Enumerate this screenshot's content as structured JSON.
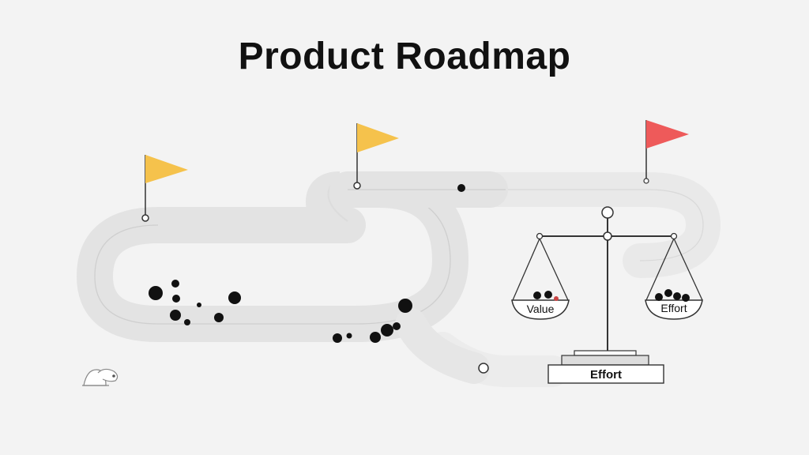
{
  "title": "Product Roadmap",
  "scale": {
    "left_bowl_label": "Value",
    "right_bowl_label": "Effort",
    "base_label": "Effort"
  },
  "milestones": [
    {
      "flag_color": "#f5c24c"
    },
    {
      "flag_color": "#f5c24c"
    },
    {
      "flag_color": "#ee5a5a"
    }
  ],
  "colors": {
    "background": "#f3f3f3",
    "road": "#e4e4e4",
    "road_edge": "#d6d6d6",
    "lane_line": "#cfcfcf",
    "dots": "#111111"
  }
}
